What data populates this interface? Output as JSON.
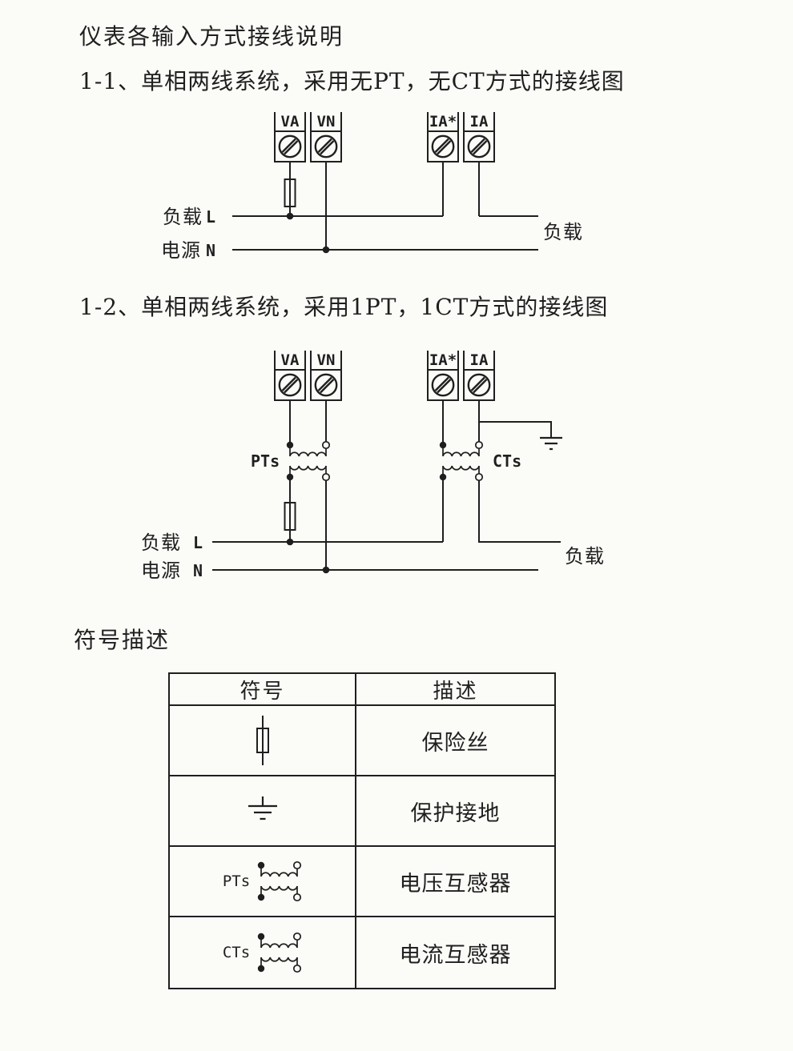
{
  "colors": {
    "ink": "#1f1f1f",
    "paper": "#fbfbf8"
  },
  "title": "仪表各输入方式接线说明",
  "diagram1": {
    "heading": "1-1、单相两线系统，采用无PT，无CT方式的接线图",
    "terminals": [
      "VA",
      "VN",
      "IA*",
      "IA"
    ],
    "left_line1_label": "负载",
    "left_line1_letter": "L",
    "left_line2_label": "电源",
    "left_line2_letter": "N",
    "right_load_label": "负载",
    "icons": [
      "terminal-screw-icon",
      "fuse-icon"
    ]
  },
  "diagram2": {
    "heading": "1-2、单相两线系统，采用1PT，1CT方式的接线图",
    "terminals": [
      "VA",
      "VN",
      "IA*",
      "IA"
    ],
    "pt_label": "PTs",
    "ct_label": "CTs",
    "left_line1_label": "负载",
    "left_line1_letter": "L",
    "left_line2_label": "电源",
    "left_line2_letter": "N",
    "right_load_label": "负载",
    "icons": [
      "terminal-screw-icon",
      "fuse-icon",
      "protective-earth-icon",
      "voltage-transformer-icon",
      "current-transformer-icon"
    ]
  },
  "symbol_table": {
    "heading": "符号描述",
    "columns": [
      "符号",
      "描述"
    ],
    "rows": [
      {
        "icon": "fuse-icon",
        "label": "",
        "description": "保险丝"
      },
      {
        "icon": "protective-earth-icon",
        "label": "",
        "description": "保护接地"
      },
      {
        "icon": "voltage-transformer-icon",
        "label": "PTs",
        "description": "电压互感器"
      },
      {
        "icon": "current-transformer-icon",
        "label": "CTs",
        "description": "电流互感器"
      }
    ]
  }
}
